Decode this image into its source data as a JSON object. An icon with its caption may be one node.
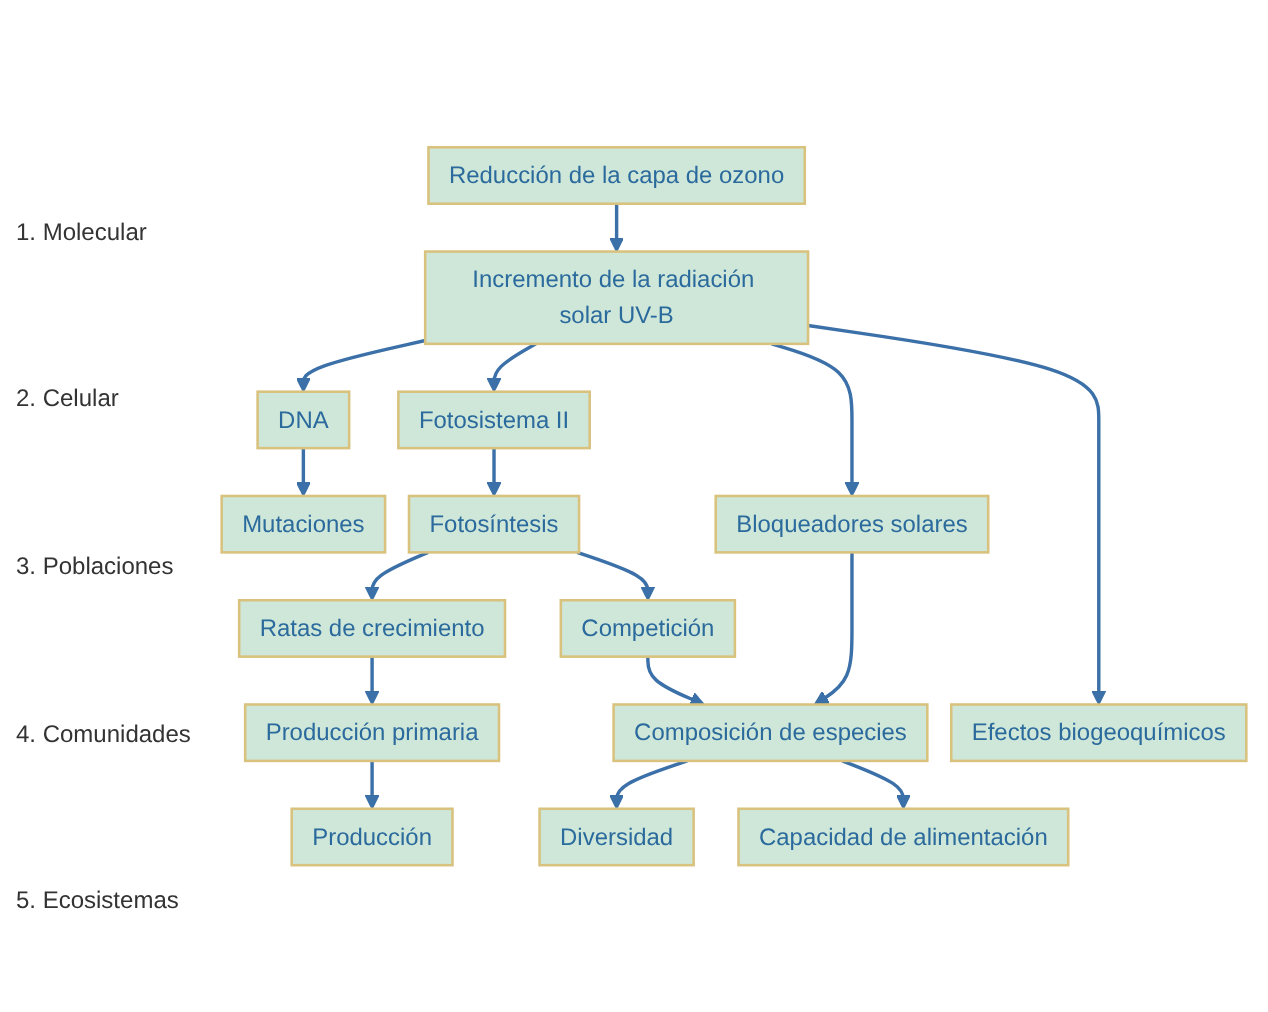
{
  "diagram": {
    "nodes": [
      {
        "text": [
          "Reducción de la capa de ozono"
        ]
      },
      {
        "text": [
          "Incremento de la radiación solar UV-B"
        ]
      },
      {
        "text": [
          "DNA"
        ]
      },
      {
        "text": [
          "Fotosistema II"
        ]
      },
      {
        "text": [
          "Bloqueadores solares"
        ]
      },
      {
        "text": [
          "Mutaciones"
        ]
      },
      {
        "text": [
          "Fotosíntesis"
        ]
      },
      {
        "text": [
          "Ratas de crecimiento"
        ]
      },
      {
        "text": [
          "Competición"
        ]
      },
      {
        "text": [
          "Producción primaria"
        ]
      },
      {
        "text": [
          "Composición de especies"
        ]
      },
      {
        "text": [
          "Efectos biogeoquímicos"
        ]
      },
      {
        "text": [
          "Producción"
        ]
      },
      {
        "text": [
          "Diversidad"
        ]
      },
      {
        "text": [
          "Capacidad de alimentación"
        ]
      }
    ],
    "edges": [
      {
        "from": 0,
        "to": 1,
        "arrow": "to"
      },
      {
        "from": 1,
        "to": 2,
        "arrow": "to"
      },
      {
        "from": 1,
        "to": 3,
        "arrow": "to"
      },
      {
        "from": 1,
        "to": 4,
        "arrow": "to"
      },
      {
        "from": 1,
        "to": 11,
        "arrow": "to"
      },
      {
        "from": 2,
        "to": 5,
        "arrow": "to"
      },
      {
        "from": 3,
        "to": 6,
        "arrow": "to"
      },
      {
        "from": 6,
        "to": 7,
        "arrow": "to"
      },
      {
        "from": 6,
        "to": 8,
        "arrow": "to"
      },
      {
        "from": 4,
        "to": 10,
        "arrow": "to"
      },
      {
        "from": 7,
        "to": 9,
        "arrow": "to"
      },
      {
        "from": 8,
        "to": 10,
        "arrow": "to"
      },
      {
        "from": 9,
        "to": 12,
        "arrow": "to"
      },
      {
        "from": 10,
        "to": 13,
        "arrow": "to"
      },
      {
        "from": 10,
        "to": 14,
        "arrow": "to"
      }
    ],
    "labels": [
      "1. Molecular",
      "2. Celular",
      "3. Poblaciones",
      "4. Comunidades",
      "5. Ecosistemas"
    ]
  }
}
